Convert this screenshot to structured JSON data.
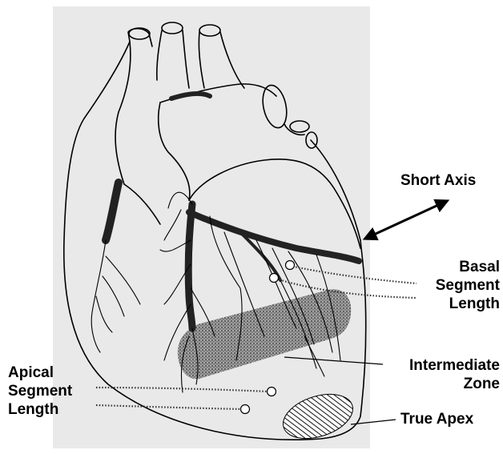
{
  "labels": {
    "short_axis": "Short  Axis",
    "basal": [
      "Basal",
      "Segment",
      "Length"
    ],
    "intermediate": [
      "Intermediate",
      "Zone"
    ],
    "true_apex": "True  Apex",
    "apical": [
      "Apical",
      "Segment",
      "Length"
    ]
  },
  "colors": {
    "panel": "#e9e9e9",
    "outline": "#000000",
    "vessel": "#222222"
  }
}
